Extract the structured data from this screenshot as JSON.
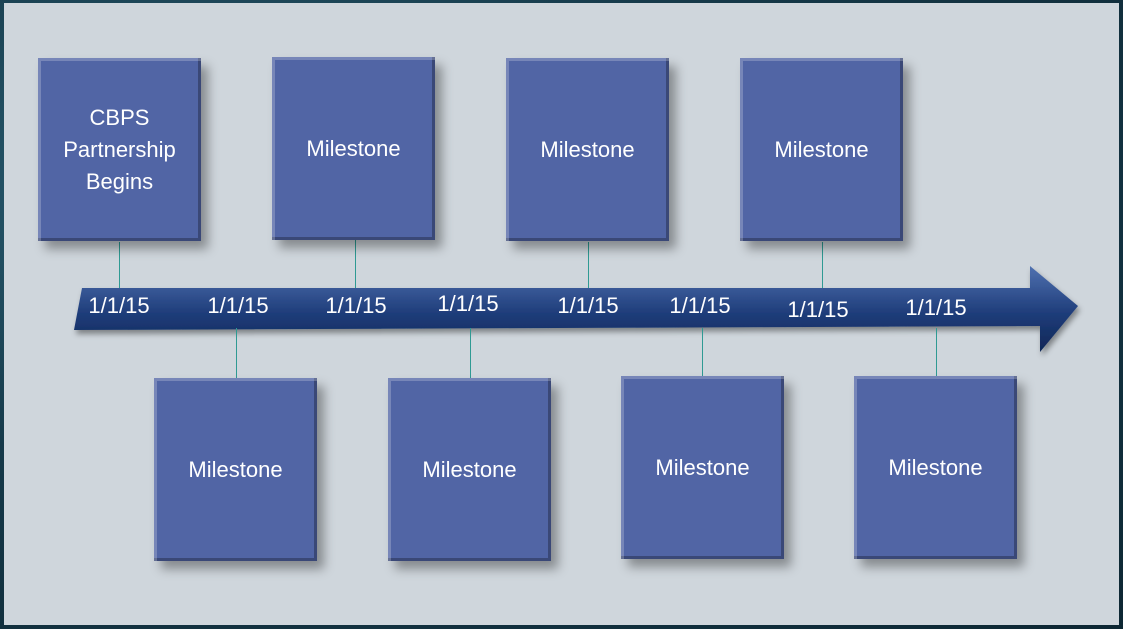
{
  "timeline": {
    "top_boxes": [
      {
        "label": "CBPS\nPartnership\nBegins"
      },
      {
        "label": "Milestone"
      },
      {
        "label": "Milestone"
      },
      {
        "label": "Milestone"
      }
    ],
    "bottom_boxes": [
      {
        "label": "Milestone"
      },
      {
        "label": "Milestone"
      },
      {
        "label": "Milestone"
      },
      {
        "label": "Milestone"
      }
    ],
    "dates": [
      "1/1/15",
      "1/1/15",
      "1/1/15",
      "1/1/15",
      "1/1/15",
      "1/1/15",
      "1/1/15",
      "1/1/15"
    ]
  },
  "colors": {
    "box_fill": "#5165a5",
    "arrow_dark": "#0f2656",
    "arrow_light": "#3e5fa0",
    "connector": "#2f9a93"
  },
  "icons": [
    "timeline-arrow"
  ]
}
